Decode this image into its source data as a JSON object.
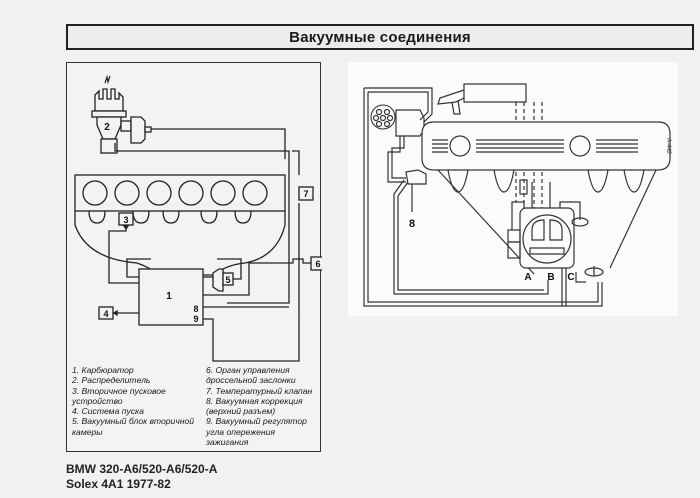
{
  "page": {
    "title": "Вакуумные соединения"
  },
  "left_diagram": {
    "callouts": {
      "carburetor": "1",
      "distributor": "2",
      "secondary_starter": "3",
      "starter_system": "4",
      "secondary_vacuum_unit": "5",
      "throttle_control": "6",
      "thermo_valve": "7",
      "vacuum_correction": "8",
      "vacuum_advance": "9"
    }
  },
  "right_diagram": {
    "callout_8": "8",
    "port_a": "A",
    "port_b": "B",
    "port_c": "C",
    "figure_ref": "A-442"
  },
  "legend": {
    "column1": [
      {
        "text": "1. Карбюратор"
      },
      {
        "text": "2. Распределитель"
      },
      {
        "text": "3. Вторичное пусковое\n    устройство"
      },
      {
        "text": "4. Система пуска"
      },
      {
        "text": "5. Вакуумный блок вторичной\n    камеры"
      }
    ],
    "column2": [
      {
        "text": "6. Орган управления\n    дроссельной заслонки"
      },
      {
        "text": "7. Температурный клапан"
      },
      {
        "text": "8. Вакуумная коррекция\n    (верхний разъем)"
      },
      {
        "text": "9. Вакуумный регулятор\n    угла опережения\n    зажигания"
      }
    ]
  },
  "footer": {
    "model_line": "BMW 320-A6/520-A6/520-A",
    "carb_line": "Solex 4A1 1977-82"
  }
}
